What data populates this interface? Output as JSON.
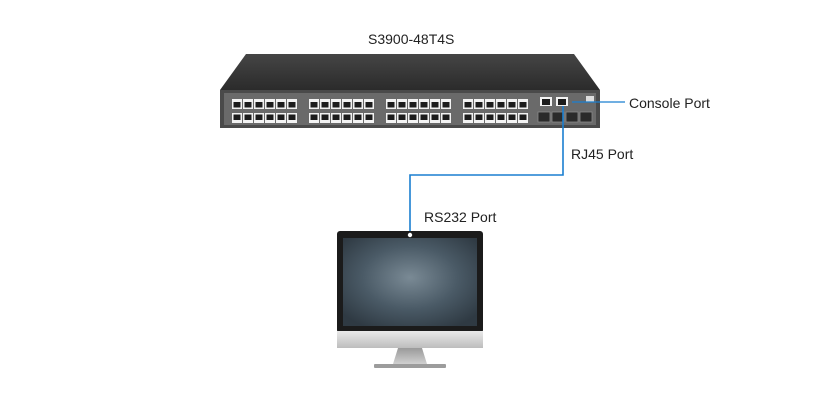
{
  "switch": {
    "model": "S3900-48T4S"
  },
  "labels": {
    "console_port": "Console Port",
    "rj45_port": "RJ45 Port",
    "rs232_port": "RS232 Port"
  },
  "colors": {
    "cable": "#1a7fd0",
    "switch_top": "#3a3a3a",
    "switch_front": "#5a5a5a",
    "monitor_bezel": "#1b1b1b",
    "monitor_screen": "#3b4b57",
    "stand": "#bfbfbf"
  },
  "ports": {
    "rj45_groups": 4,
    "rj45_per_row_per_group": 6,
    "rj45_rows": 2,
    "sfp_ports": 4,
    "console_ports": 2
  }
}
